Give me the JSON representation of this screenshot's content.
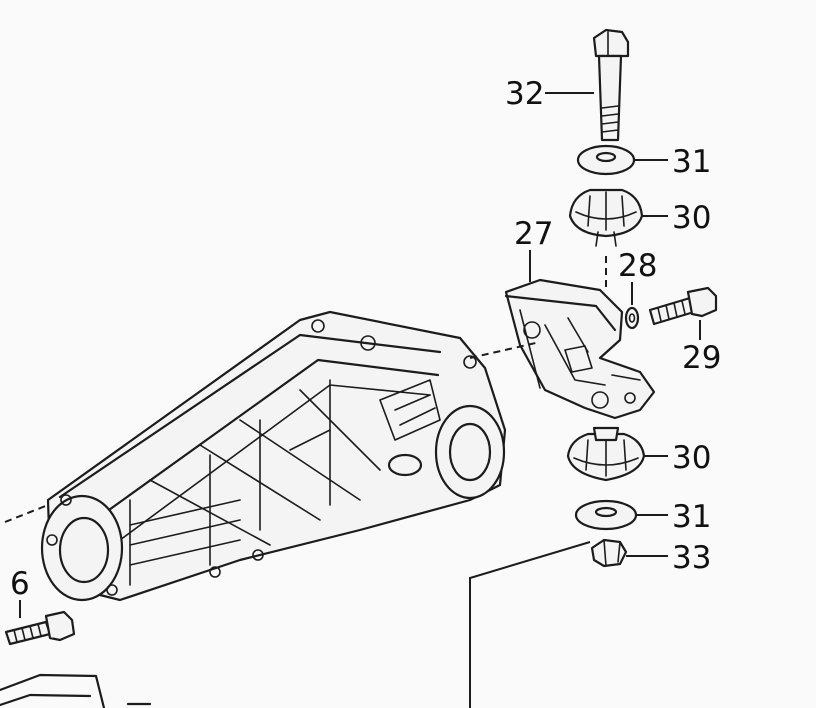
{
  "callouts": [
    {
      "id": "c32",
      "text": "32"
    },
    {
      "id": "c31a",
      "text": "31"
    },
    {
      "id": "c30a",
      "text": "30"
    },
    {
      "id": "c27",
      "text": "27"
    },
    {
      "id": "c28",
      "text": "28"
    },
    {
      "id": "c29",
      "text": "29"
    },
    {
      "id": "c30b",
      "text": "30"
    },
    {
      "id": "c31b",
      "text": "31"
    },
    {
      "id": "c33",
      "text": "33"
    },
    {
      "id": "c6",
      "text": "6"
    }
  ]
}
